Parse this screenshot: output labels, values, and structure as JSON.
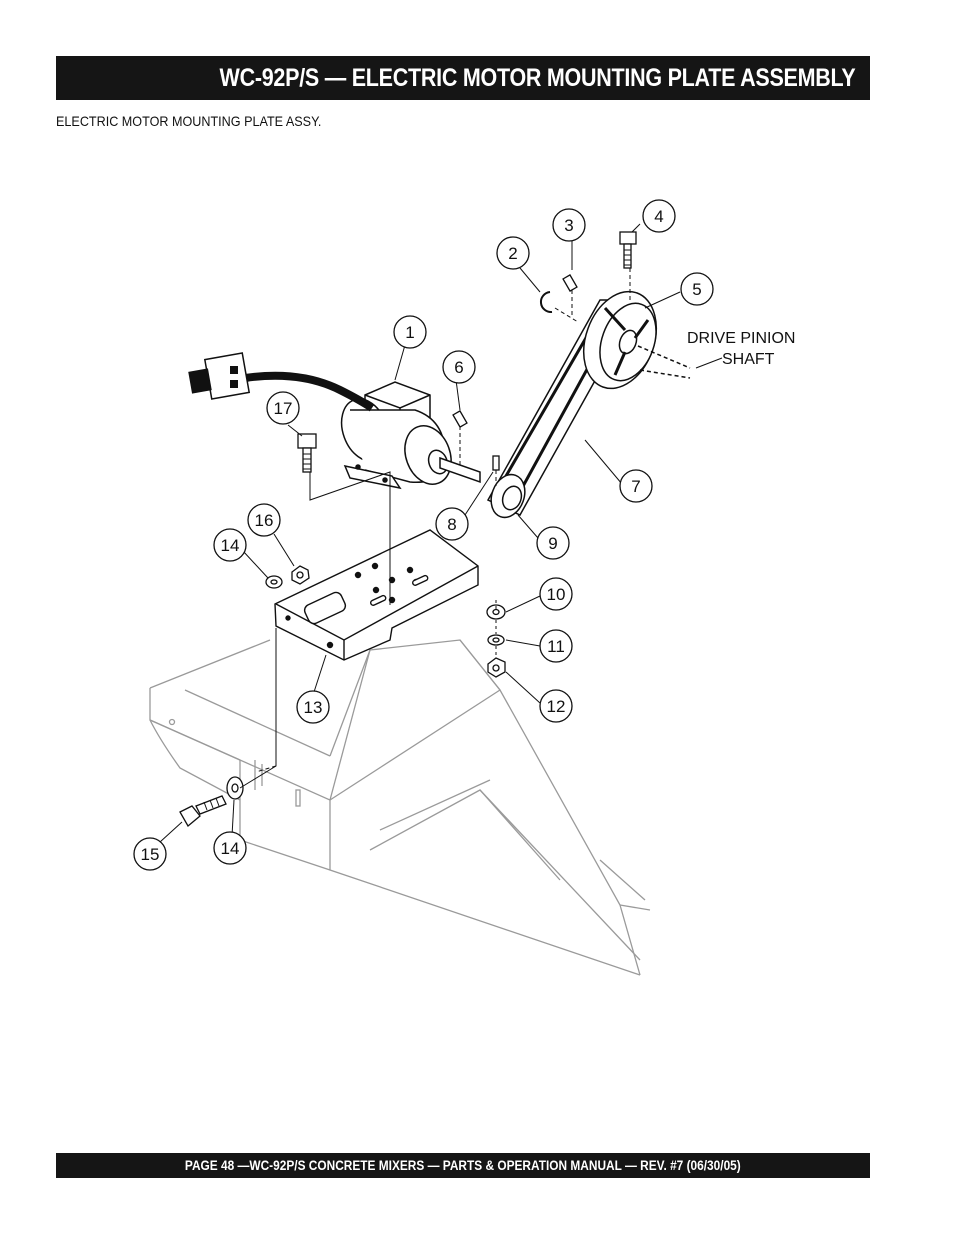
{
  "header": {
    "title": "WC-92P/S  — ELECTRIC MOTOR MOUNTING PLATE ASSEMBLY",
    "subtitle": "ELECTRIC MOTOR MOUNTING PLATE ASSY."
  },
  "diagram": {
    "callouts": [
      "1",
      "2",
      "3",
      "4",
      "5",
      "6",
      "7",
      "8",
      "9",
      "10",
      "11",
      "12",
      "13",
      "14",
      "14",
      "15",
      "16",
      "17"
    ],
    "drive_label_line1": "DRIVE PINION",
    "drive_label_line2": "SHAFT"
  },
  "footer": {
    "text": "PAGE 48 —WC-92P/S CONCRETE MIXERS — PARTS & OPERATION MANUAL — REV. #7 (06/30/05)"
  }
}
